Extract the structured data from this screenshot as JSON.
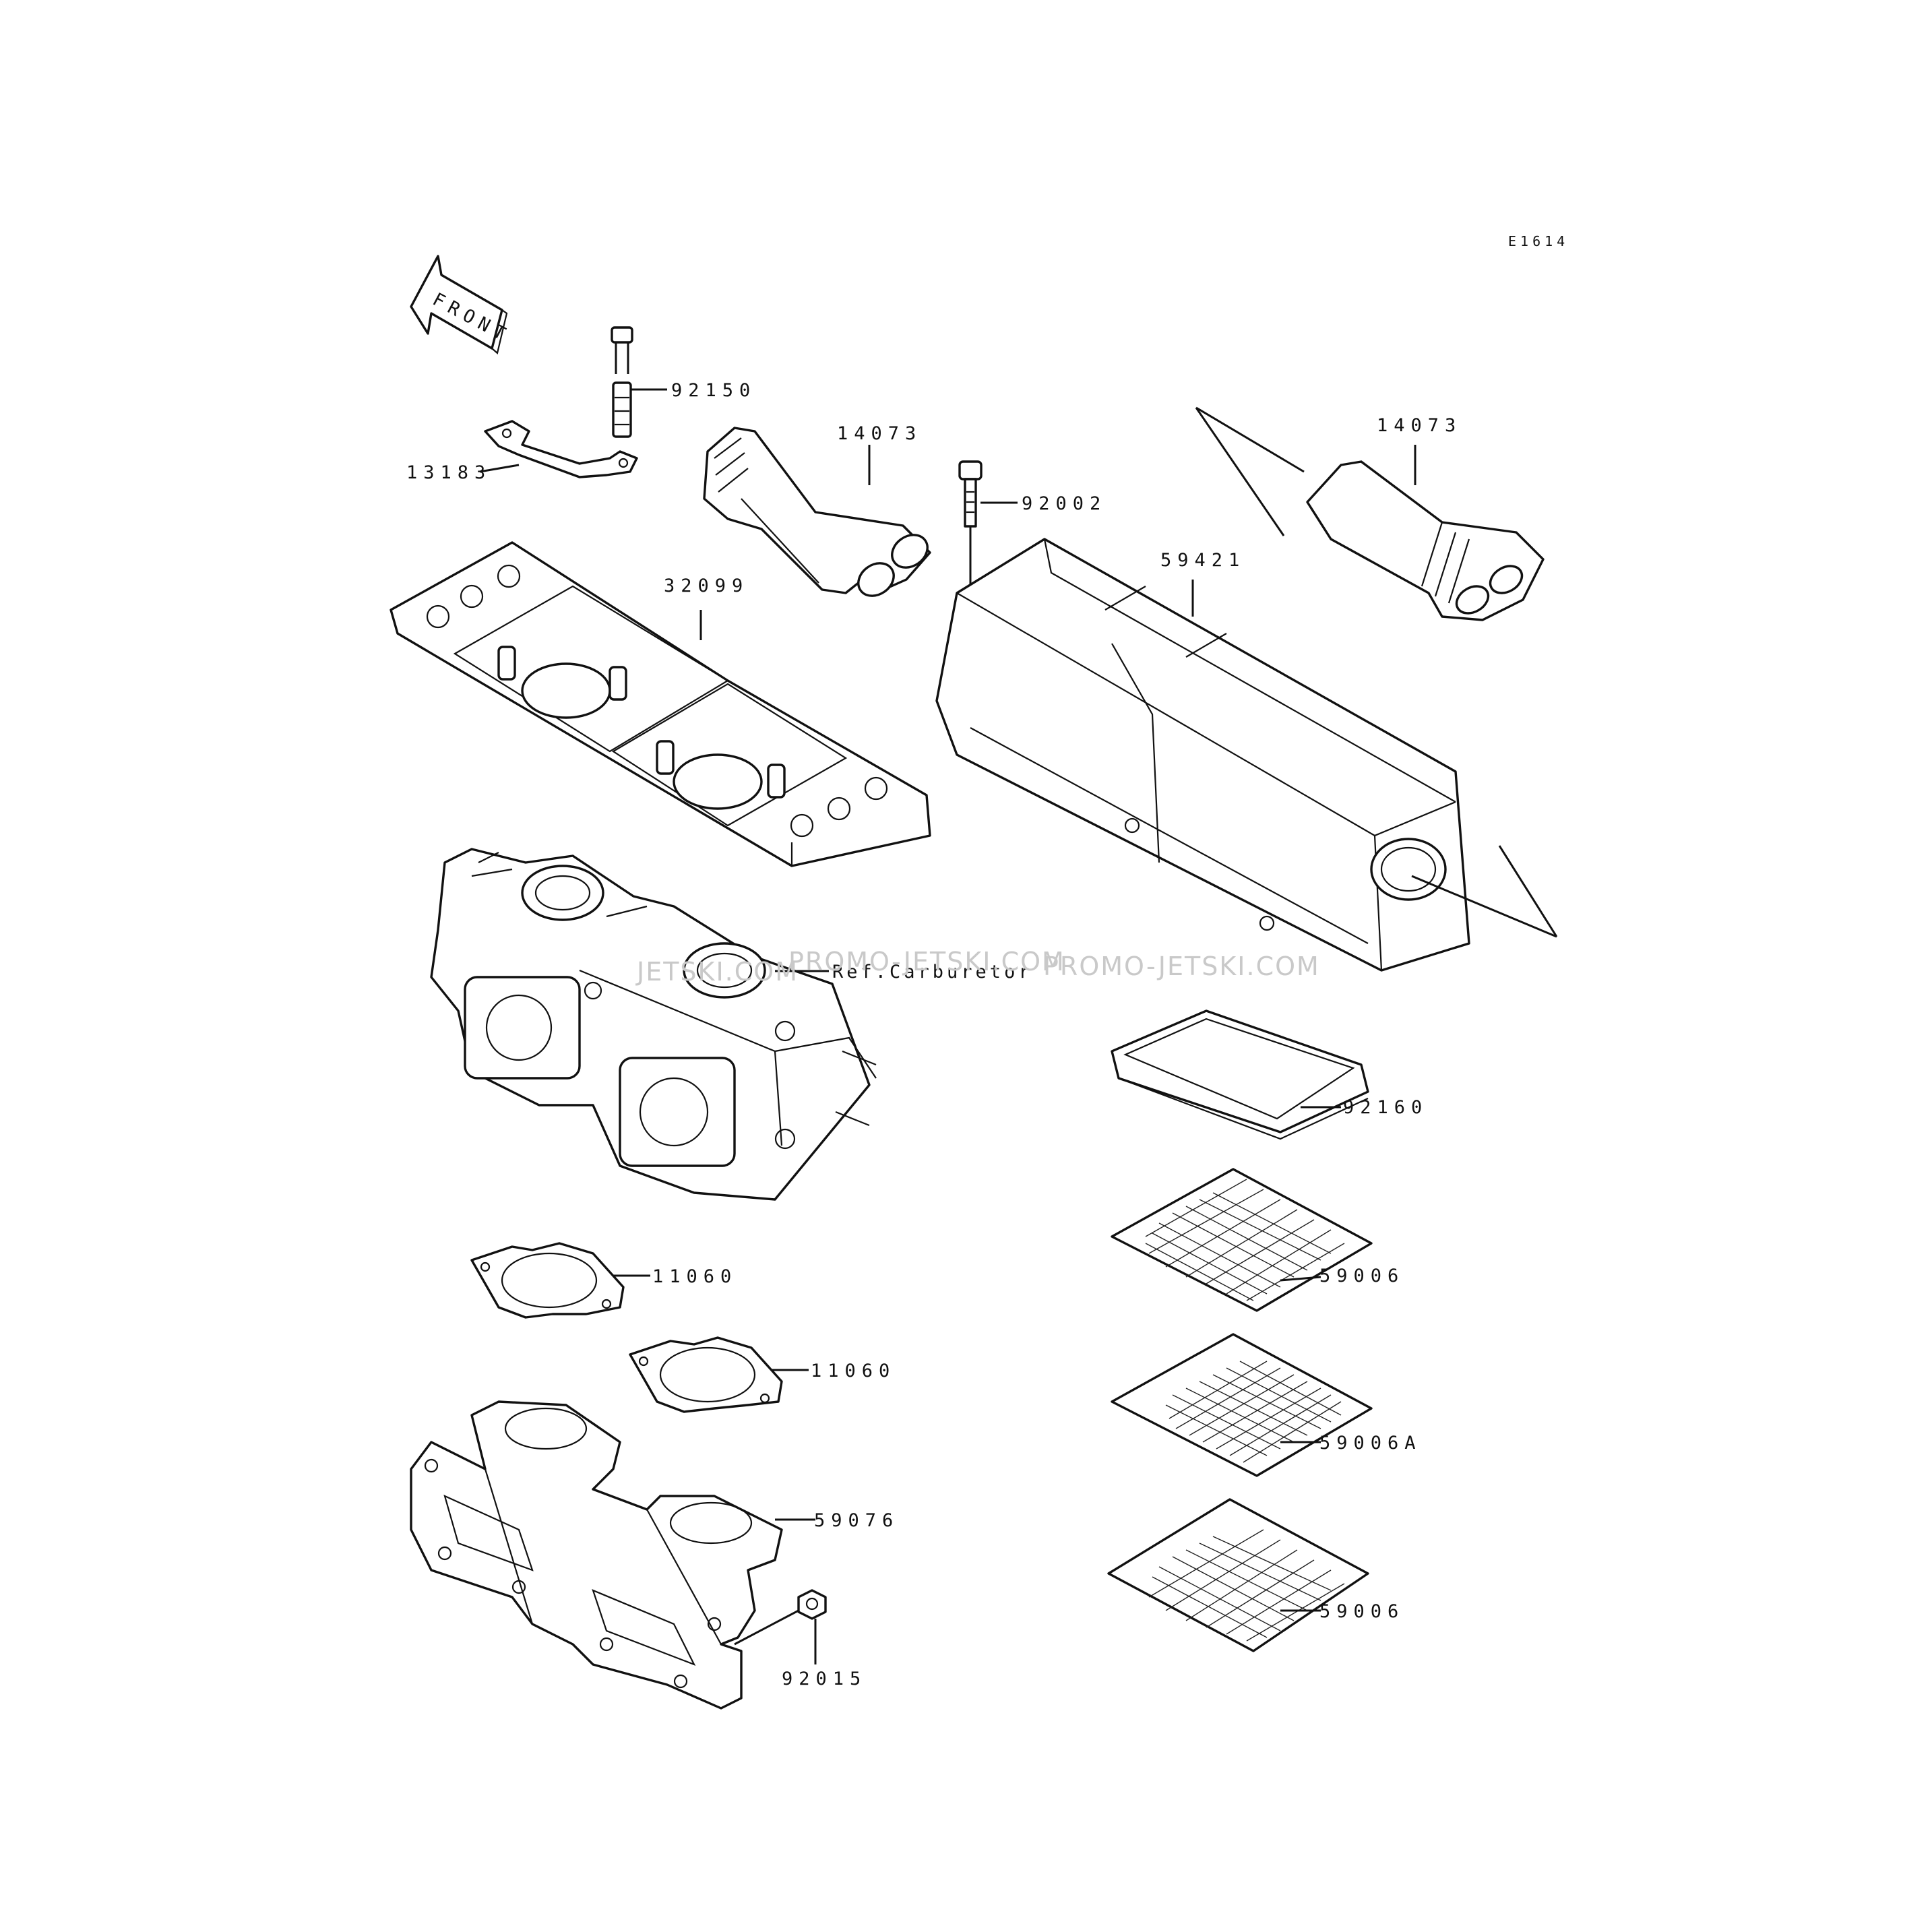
{
  "diagram": {
    "code": "E1614",
    "front_label": "FRONT",
    "ref_label": "Ref.Carburetor",
    "watermark": "PROMO-JETSKI.COM",
    "watermark_fragments": [
      "JETSKI.COM",
      "PROMO-JETSKI.COM"
    ],
    "parts": {
      "p92150": "92150",
      "p13183": "13183",
      "p14073_left": "14073",
      "p14073_right": "14073",
      "p92002": "92002",
      "p32099": "32099",
      "p59421": "59421",
      "p92160": "92160",
      "p59006_top": "59006",
      "p59006A": "59006A",
      "p59006_bottom": "59006",
      "p11060_top": "11060",
      "p11060_bottom": "11060",
      "p59076": "59076",
      "p92015": "92015"
    }
  }
}
